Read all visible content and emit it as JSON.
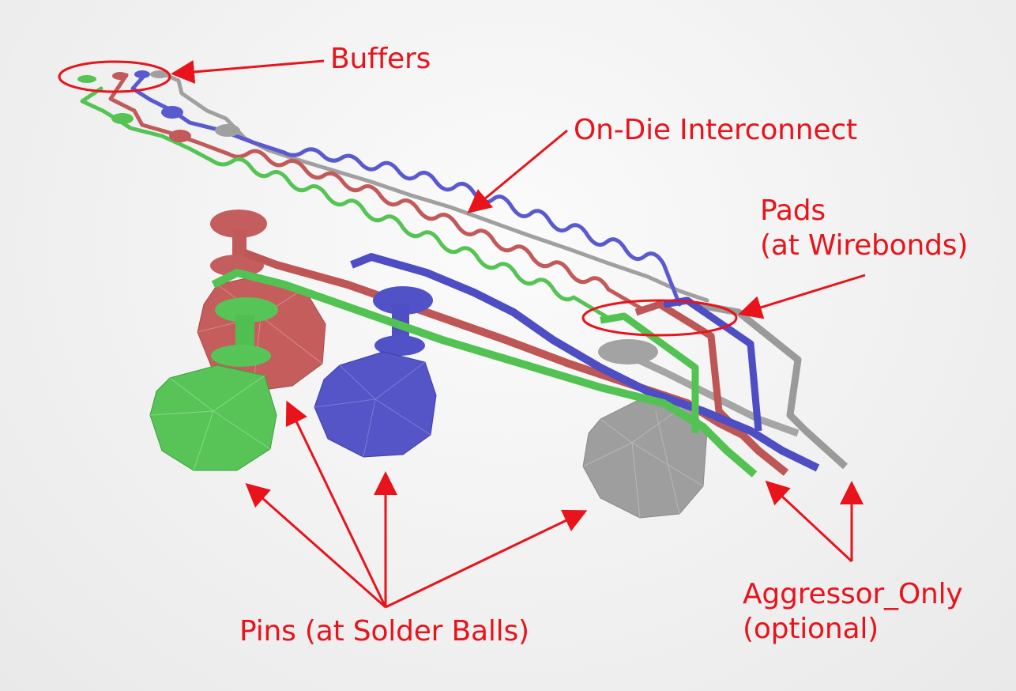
{
  "labels": {
    "buffers": "Buffers",
    "on_die_interconnect": "On-Die Interconnect",
    "pads_line1": "Pads",
    "pads_line2": "(at Wirebonds)",
    "pins": "Pins (at Solder Balls)",
    "aggressor_line1": "Aggressor_Only",
    "aggressor_line2": "(optional)"
  },
  "colors": {
    "annotation": "#e8131b",
    "net_green": "#4cbf4c",
    "net_red": "#c25a5a",
    "net_blue": "#5050c8",
    "net_gray": "#9a9a9a"
  }
}
